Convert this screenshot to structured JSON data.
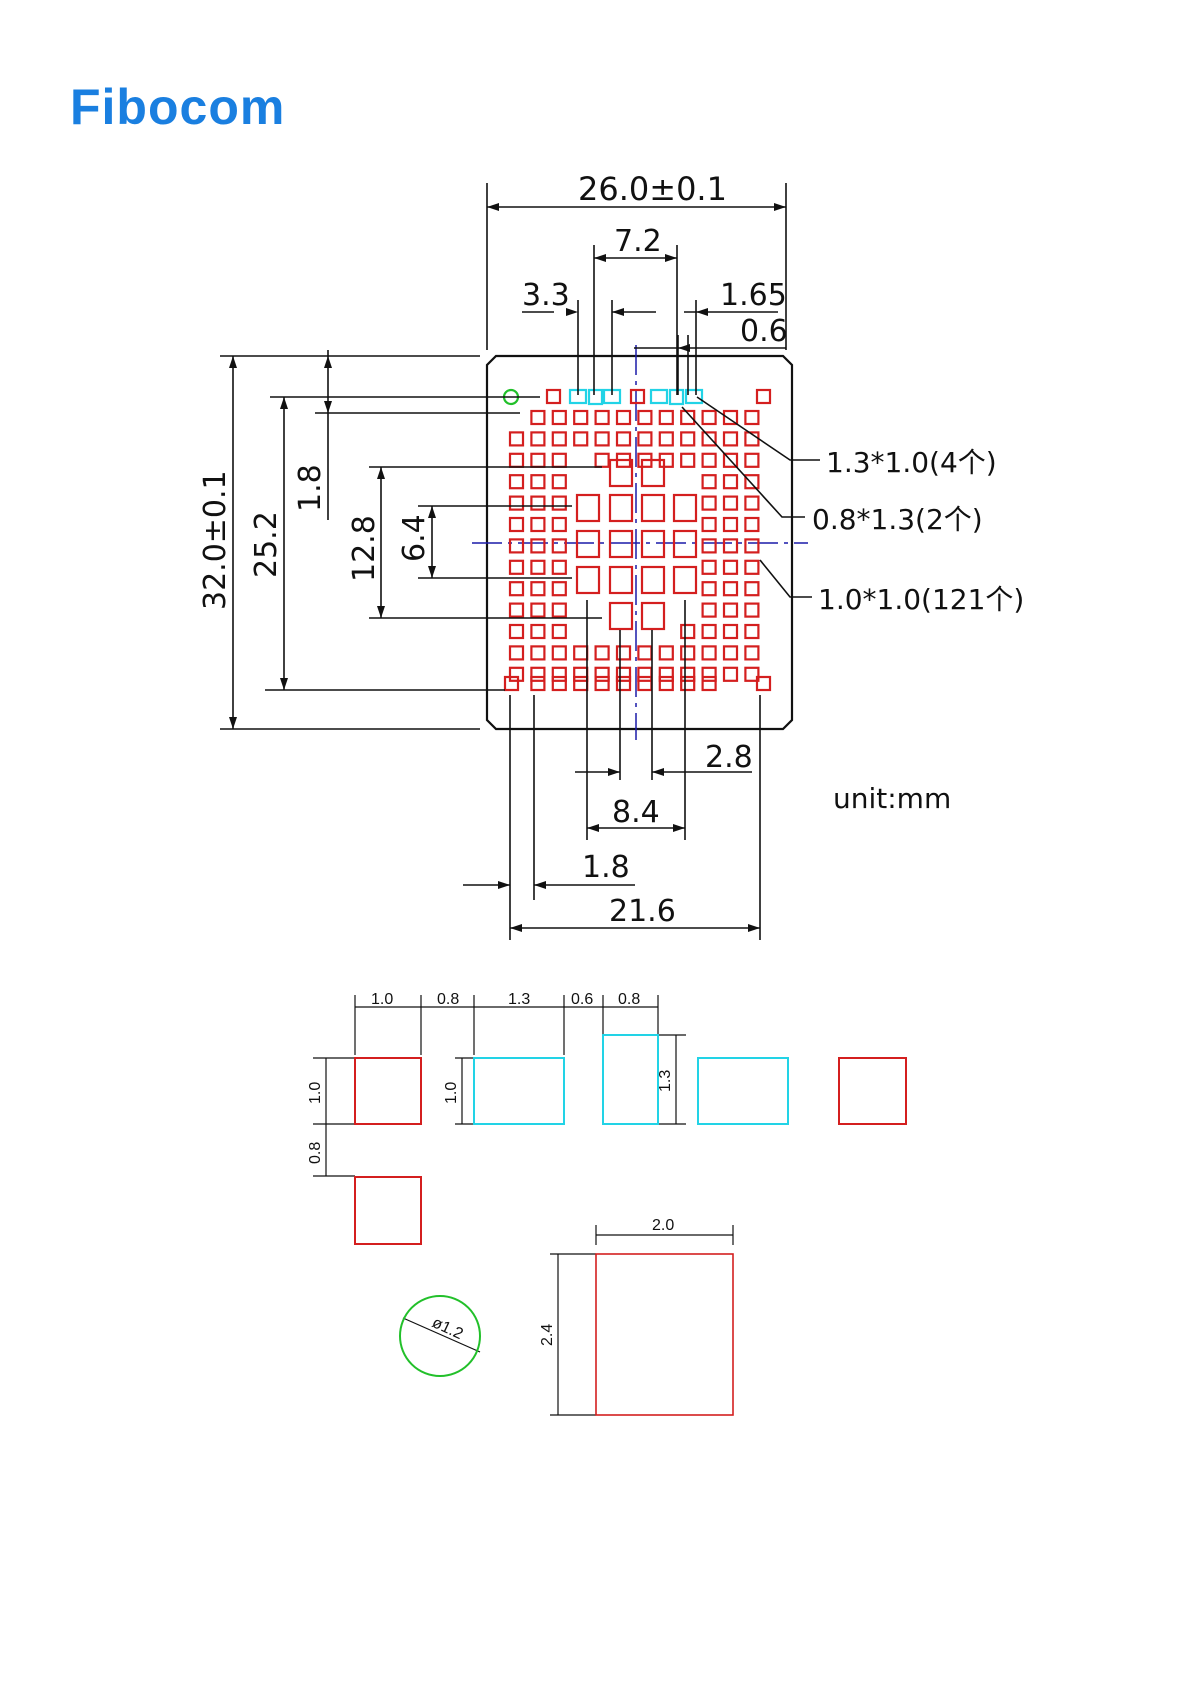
{
  "brand": {
    "logo_text": "Fibocom",
    "color": "#1a7fe0"
  },
  "colors": {
    "pad_signal": "#d41f1f",
    "pad_special": "#22d3e6",
    "pin1_marker": "#22c02a",
    "center_line": "#1a1aa8",
    "dim_line": "#111111"
  },
  "footprint": {
    "width_dim": "26.0±0.1",
    "height_dim": "32.0±0.1",
    "dims": {
      "top_7_2": "7.2",
      "top_3_3": "3.3",
      "top_1_65": "1.65",
      "top_0_6": "0.6",
      "left_25_2": "25.2",
      "left_1_8": "1.8",
      "left_12_8": "12.8",
      "left_6_4": "6.4",
      "bottom_2_8": "2.8",
      "bottom_8_4": "8.4",
      "bottom_1_8": "1.8",
      "bottom_21_6": "21.6"
    },
    "callouts": {
      "pad_1_3x1_0": "1.3*1.0(4个)",
      "pad_0_8x1_3": "0.8*1.3(2个)",
      "pad_1_0x1_0": "1.0*1.0(121个)"
    },
    "unit": "unit:mm"
  },
  "detail": {
    "top_dims": [
      "1.0",
      "0.8",
      "1.3",
      "0.6",
      "0.8"
    ],
    "side_dims": {
      "pad_h": "1.0",
      "pitch": "0.8",
      "cyan_h": "1.0",
      "tall_h": "1.3"
    },
    "large_pad": {
      "width": "2.0",
      "height": "2.4"
    },
    "circle": {
      "diameter": "ø1.2"
    }
  }
}
